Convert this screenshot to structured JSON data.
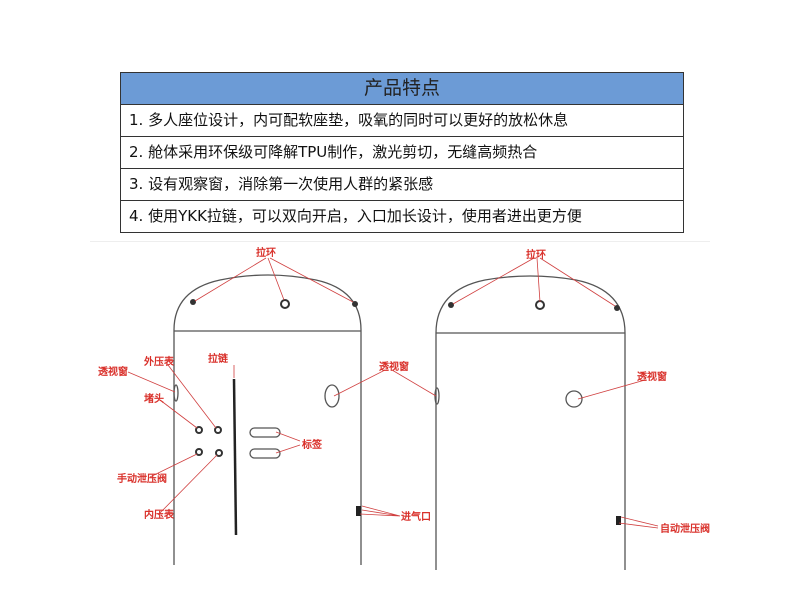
{
  "table": {
    "title": "产品特点",
    "rows": [
      "1. 多人座位设计，内可配软座垫，吸氧的同时可以更好的放松休息",
      "2. 舱体采用环保级可降解TPU制作，激光剪切，无缝高频热合",
      "3. 设有观察窗，消除第一次使用人群的紧张感",
      "4. 使用YKK拉链，可以双向开启，入口加长设计，使用者进出更方便"
    ]
  },
  "diagram": {
    "labels": {
      "pull_ring_left": "拉环",
      "pull_ring_right": "拉环",
      "window_left": "透视窗",
      "window_middle": "透视窗",
      "window_right": "透视窗",
      "outer_gauge": "外压表",
      "plug": "堵头",
      "zipper": "拉链",
      "tags": "标签",
      "manual_valve": "手动泄压阀",
      "inner_gauge": "内压表",
      "air_inlet": "进气口",
      "auto_valve": "自动泄压阀"
    }
  }
}
